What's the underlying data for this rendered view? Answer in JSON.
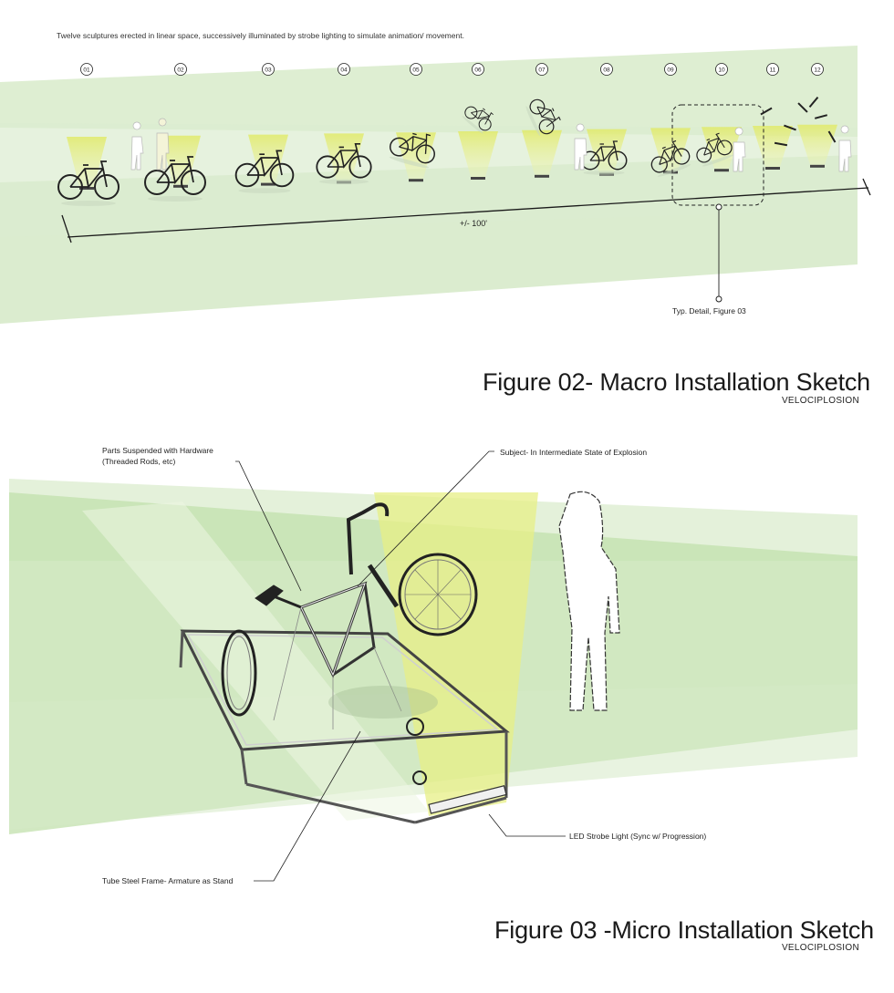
{
  "intro_text": "Twelve sculptures erected in linear space, successively illuminated by strobe lighting to simulate animation/ movement.",
  "macro": {
    "station_labels": [
      "01",
      "02",
      "03",
      "04",
      "05",
      "06",
      "07",
      "08",
      "09",
      "10",
      "11",
      "12"
    ],
    "dimension_label": "+/- 100'",
    "detail_label": "Typ. Detail, Figure 03",
    "figure_title": "Figure 02- Macro Installation Sketch",
    "figure_subtitle": "VELOCIPLOSION"
  },
  "micro": {
    "callout_parts_line1": "Parts Suspended with Hardware",
    "callout_parts_line2": "(Threaded Rods, etc)",
    "callout_subject": "Subject- In Intermediate State of Explosion",
    "callout_led": "LED Strobe Light (Sync w/ Progression)",
    "callout_frame": "Tube Steel Frame- Armature as Stand",
    "figure_title": "Figure 03 -Micro Installation Sketch",
    "figure_subtitle": "VELOCIPLOSION"
  },
  "colors": {
    "light_green": "#cfe6bf",
    "mid_green": "#a9d48f",
    "strobe_yellow": "#e4ee7c",
    "line": "#1a1a1a"
  }
}
